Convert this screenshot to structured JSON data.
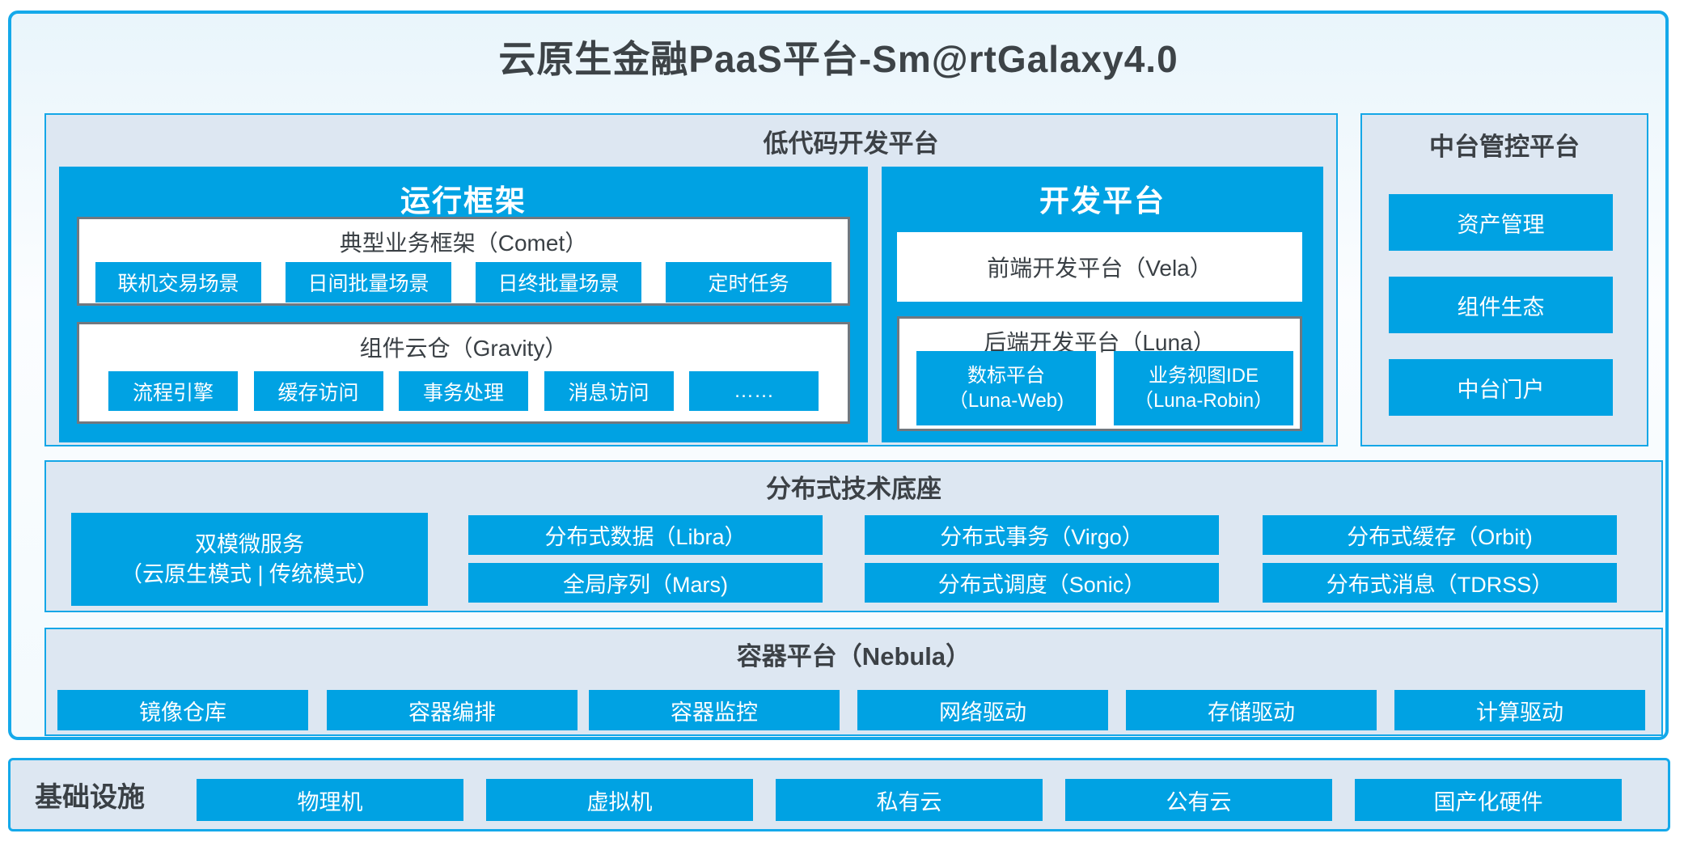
{
  "title": "云原生金融PaaS平台-Sm@rtGalaxy4.0",
  "colors": {
    "accent_blue": "#00a2e3",
    "panel_fill": "#dde7f2",
    "cyan_border": "#14a9ea",
    "gray_border": "#71787f",
    "dark_text": "#3c4146"
  },
  "lowcode": {
    "title": "低代码开发平台",
    "runtime": {
      "title": "运行框架",
      "comet": {
        "title": "典型业务框架（Comet）",
        "items": [
          "联机交易场景",
          "日间批量场景",
          "日终批量场景",
          "定时任务"
        ]
      },
      "gravity": {
        "title": "组件云仓（Gravity）",
        "items": [
          "流程引擎",
          "缓存访问",
          "事务处理",
          "消息访问",
          "……"
        ]
      }
    },
    "dev": {
      "title": "开发平台",
      "vela_label": "前端开发平台（Vela）",
      "luna": {
        "title": "后端开发平台（Luna）",
        "items": [
          {
            "line1": "数标平台",
            "line2": "（Luna-Web)"
          },
          {
            "line1": "业务视图IDE",
            "line2": "（Luna-Robin）"
          }
        ]
      }
    }
  },
  "midplatform": {
    "title": "中台管控平台",
    "items": [
      "资产管理",
      "组件生态",
      "中台门户"
    ]
  },
  "distributed": {
    "title": "分布式技术底座",
    "dual_mode": {
      "line1": "双模微服务",
      "line2": "（云原生模式 | 传统模式）"
    },
    "columns": [
      [
        "分布式数据（Libra）",
        "全局序列（Mars)"
      ],
      [
        "分布式事务（Virgo）",
        "分布式调度（Sonic）"
      ],
      [
        "分布式缓存（Orbit)",
        "分布式消息（TDRSS）"
      ]
    ]
  },
  "container_platform": {
    "title": "容器平台（Nebula）",
    "items": [
      "镜像仓库",
      "容器编排",
      "容器监控",
      "网络驱动",
      "存储驱动",
      "计算驱动"
    ]
  },
  "infrastructure": {
    "title": "基础设施",
    "items": [
      "物理机",
      "虚拟机",
      "私有云",
      "公有云",
      "国产化硬件"
    ]
  }
}
